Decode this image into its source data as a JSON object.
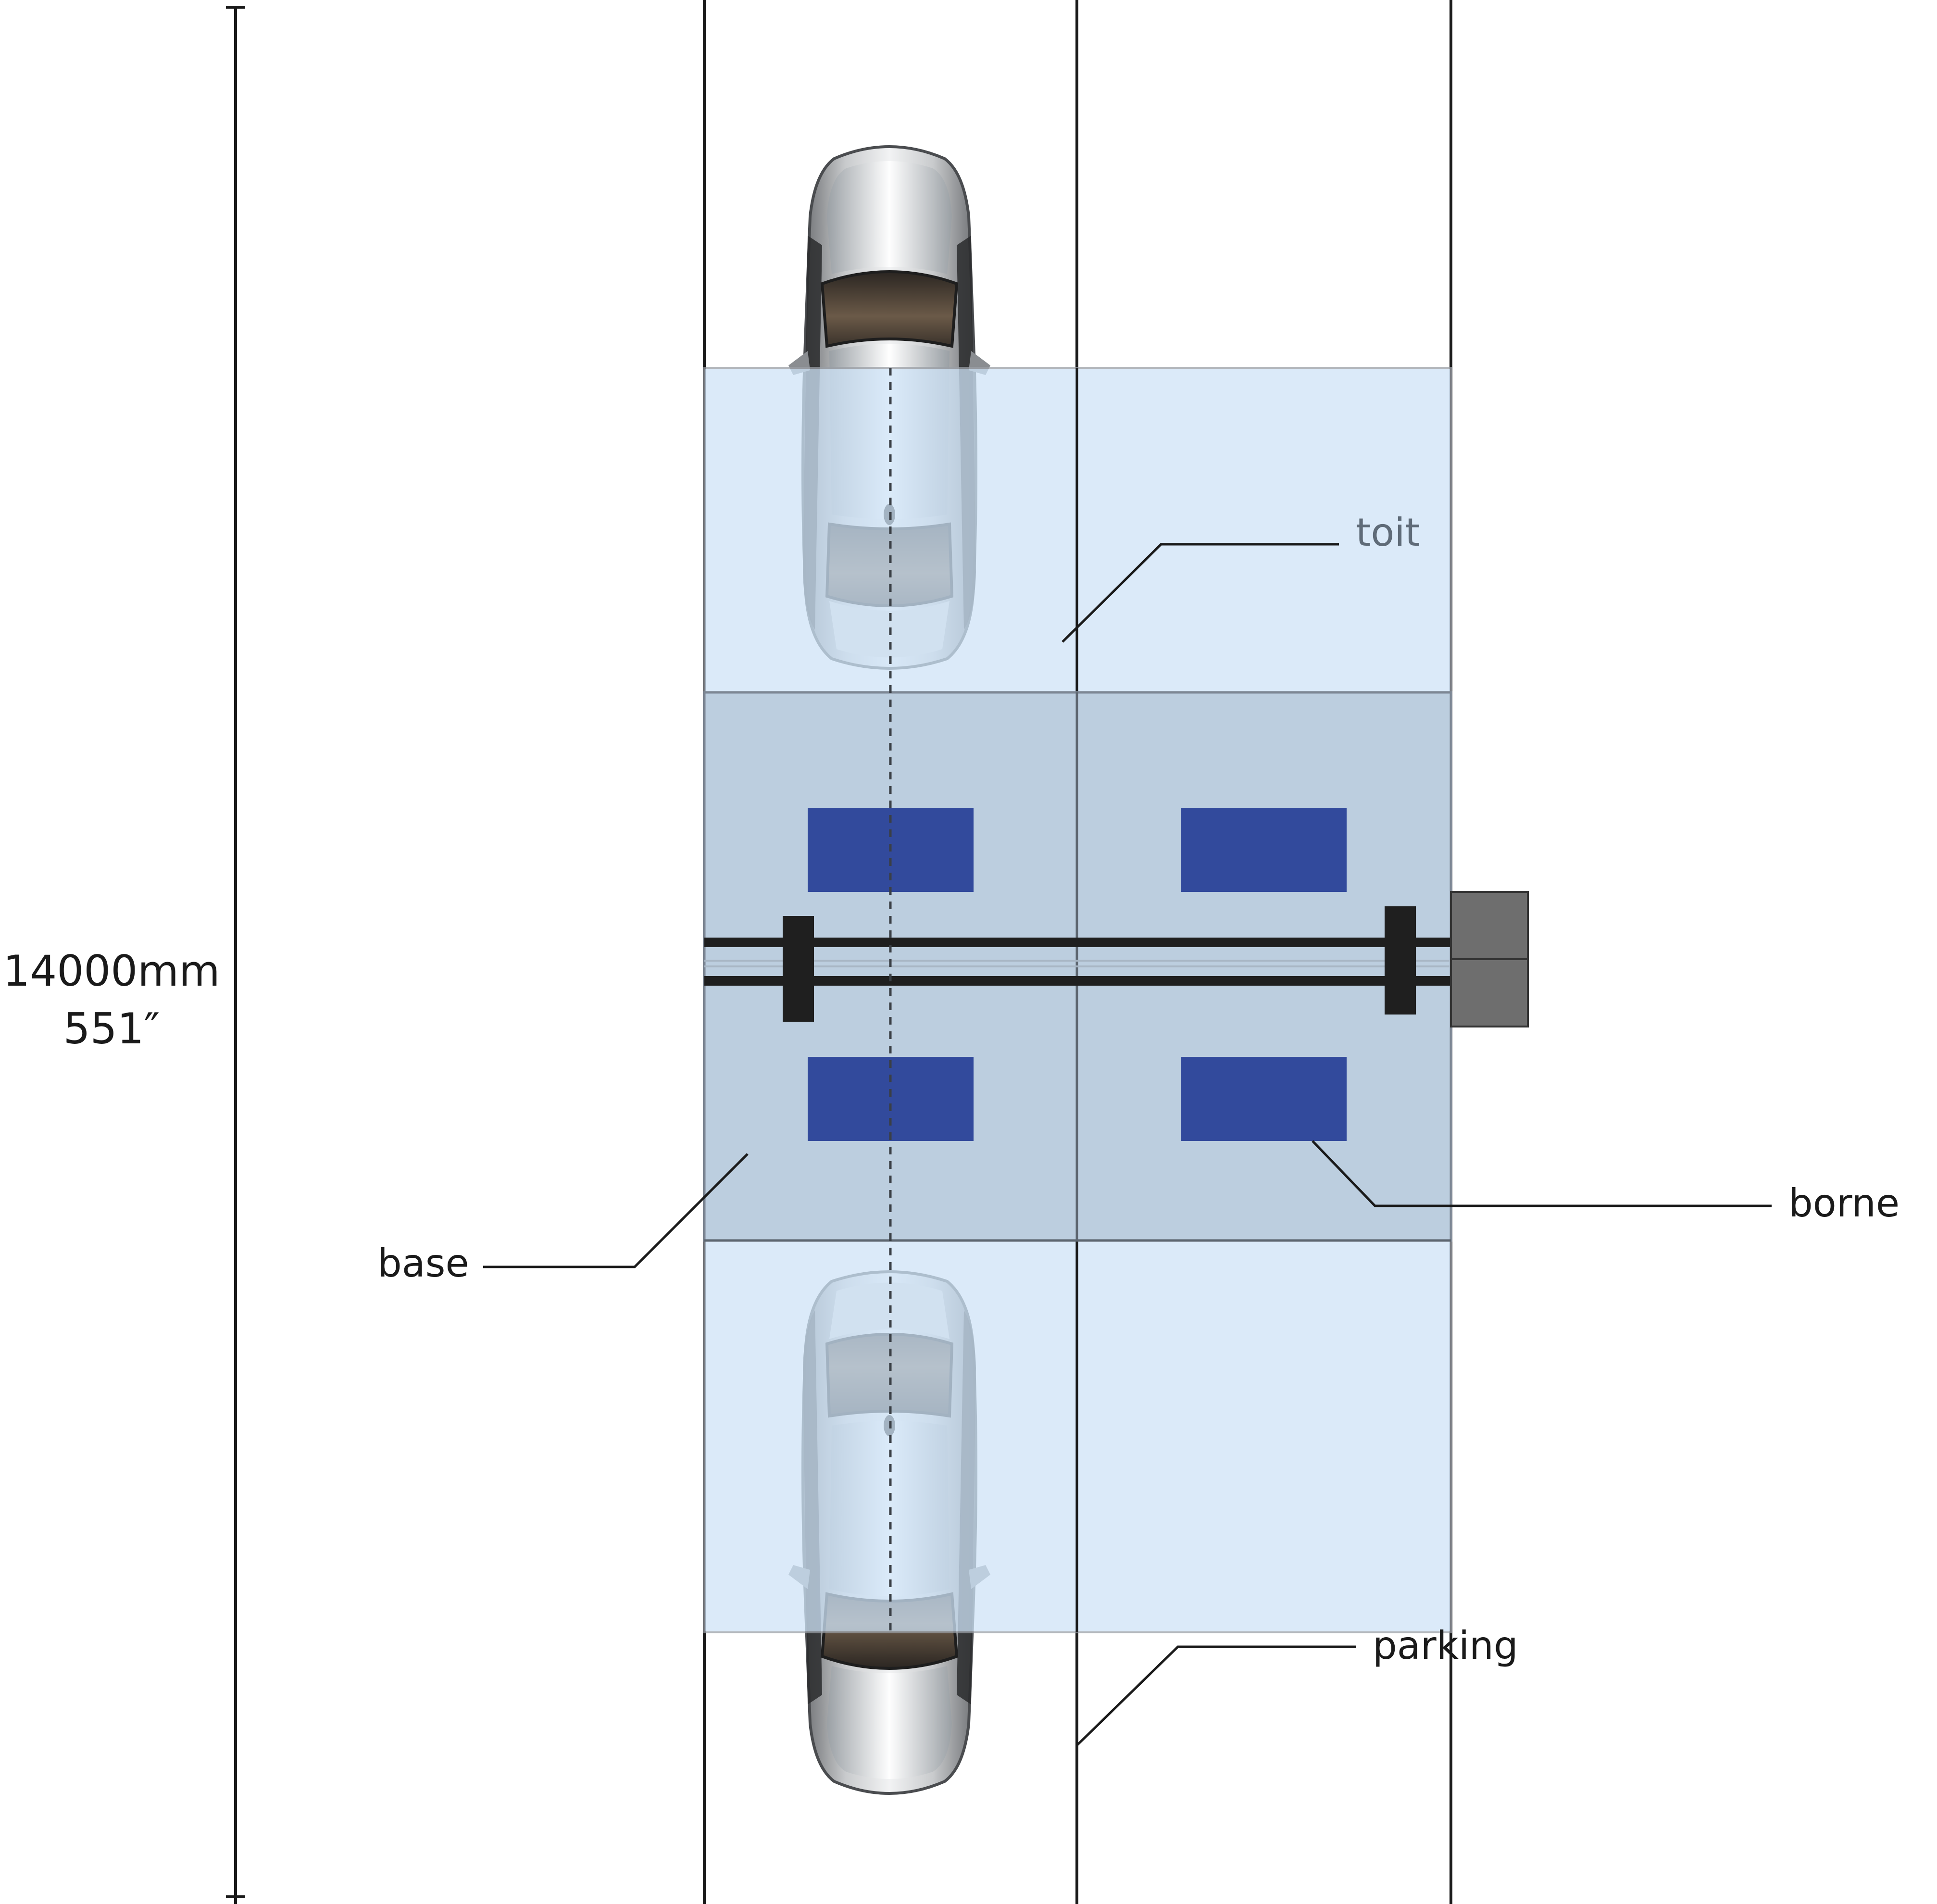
{
  "dimension": {
    "metric": "14000mm",
    "imperial": "551″"
  },
  "labels": {
    "toit": "toit",
    "borne": "borne",
    "base": "base",
    "parking": "parking"
  },
  "colors": {
    "roof_fill": "#cfe4f8",
    "base_fill": "#bccedf",
    "borne_fill": "#324a9c",
    "rail_dark": "#1f1f1f",
    "charger_box": "#6e6e6e",
    "line": "#1a1a1a",
    "label_toit": "#5f6b78"
  },
  "elements": {
    "cars": [
      "top-car",
      "bottom-car"
    ],
    "borne_count": 4
  }
}
